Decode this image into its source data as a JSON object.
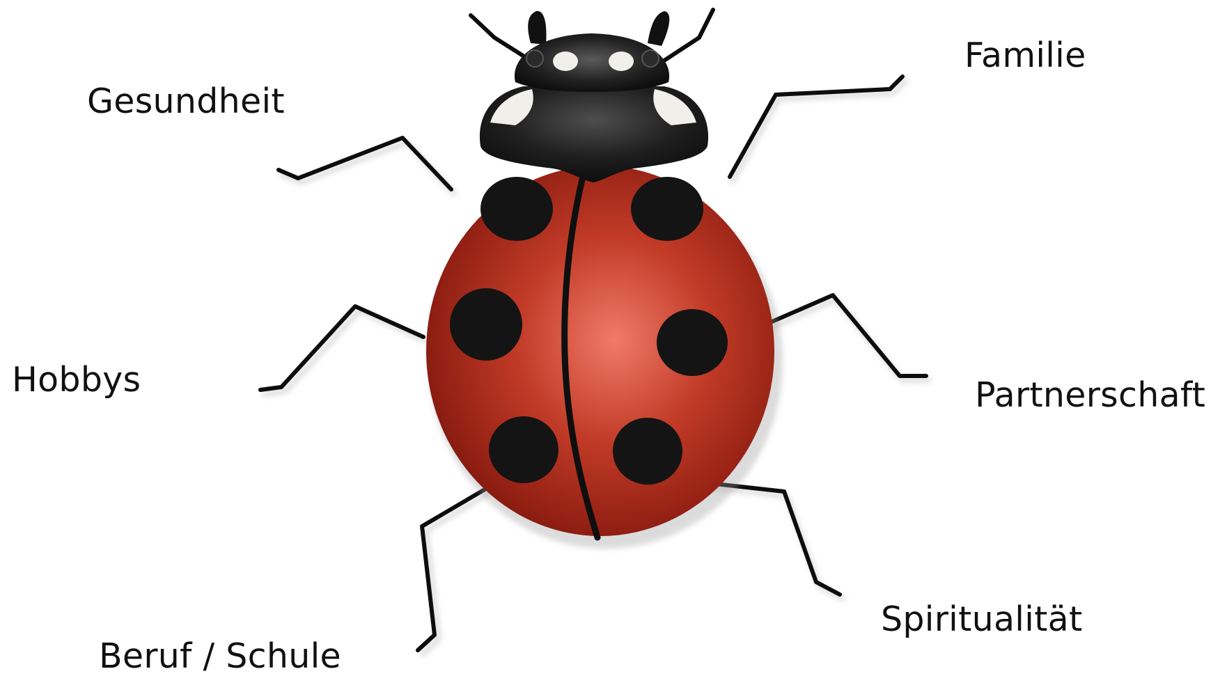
{
  "life_areas": {
    "familie": "Familie",
    "gesundheit": "Gesundheit",
    "hobbys": "Hobbys",
    "partnerschaft": "Partnerschaft",
    "spiritualitaet": "Spiritualität",
    "beruf_schule": "Beruf / Schule"
  },
  "colors": {
    "shell_red": "#b8321f",
    "shell_highlight": "#f07a68",
    "shell_dark": "#6e140c",
    "spot_black": "#141414",
    "head_black": "#1a1a1a",
    "head_white_marks": "#f0efea",
    "leg_black": "#0d0d0d",
    "text": "#111111",
    "background": "#ffffff"
  }
}
